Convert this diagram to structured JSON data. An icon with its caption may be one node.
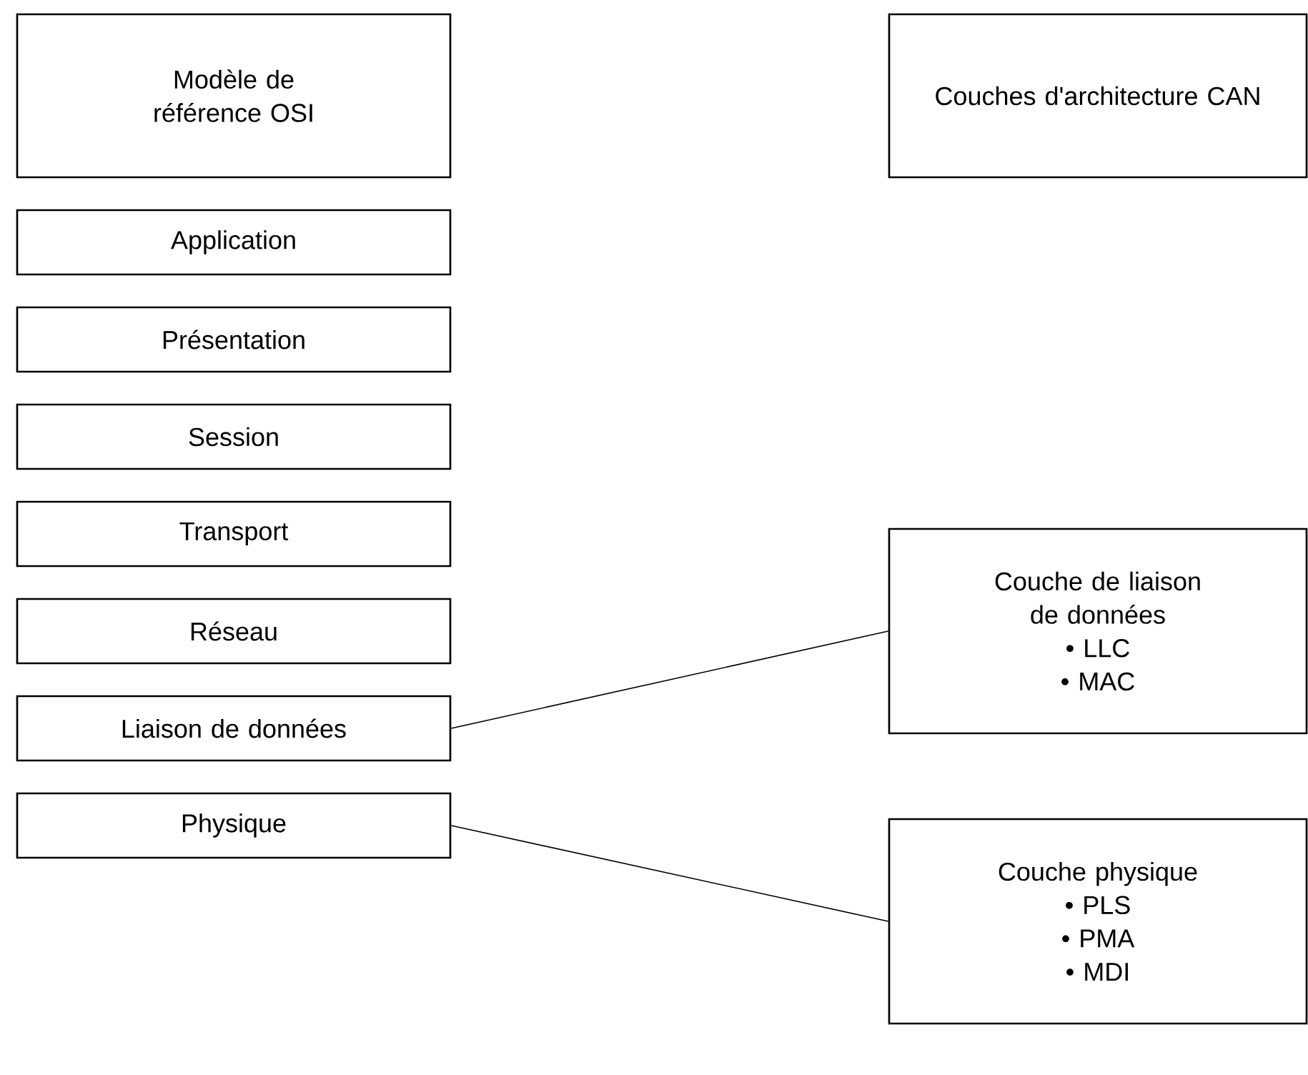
{
  "diagram": {
    "nodes": [
      {
        "text": [
          "Modèle de référence OSI"
        ]
      },
      {
        "text": [
          "Couches d'architecture CAN"
        ]
      },
      {
        "text": [
          "Application"
        ]
      },
      {
        "text": [
          "Présentation"
        ]
      },
      {
        "text": [
          "Session"
        ]
      },
      {
        "text": [
          "Transport"
        ]
      },
      {
        "text": [
          "Réseau"
        ]
      },
      {
        "text": [
          "Liaison de données"
        ]
      },
      {
        "text": [
          "Physique"
        ]
      },
      {
        "text": [
          "Couche de liaison de données",
          "• LLC",
          "• MAC"
        ]
      },
      {
        "text": [
          "Couche physique",
          "• PLS",
          "• PMA",
          "• MDI"
        ]
      }
    ],
    "edges": [
      {
        "from": 7,
        "to": 9,
        "arrow": "none"
      },
      {
        "from": 8,
        "to": 10,
        "arrow": "none"
      }
    ]
  }
}
